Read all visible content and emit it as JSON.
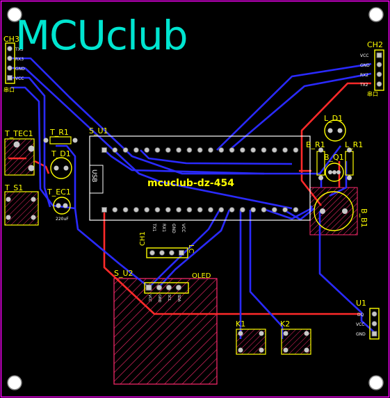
{
  "logo": "MCUclub",
  "colors": {
    "background": "#000000",
    "board_outline": "#ff00ff",
    "silkscreen": "#ffff00",
    "trace_top": "#ff2a2a",
    "trace_bottom": "#1a1aff",
    "pad": "#c0c0c0",
    "logo": "#00e5d0",
    "hatch": "#ff2a6e"
  },
  "labels": {
    "ch3": "CH3",
    "ch3_pins": [
      "TX3",
      "RX3",
      "GND",
      "VCC"
    ],
    "ch3_side": "串口",
    "ch2": "CH2",
    "ch2_pins": [
      "VCC",
      "GND",
      "RX2",
      "TX2"
    ],
    "ch2_side": "串口",
    "t_tec1": "T_TEC1",
    "t_r1": "T_R1",
    "t_d1": "T_D1",
    "t_s1": "T_S1",
    "t_ec1": "T_EC1",
    "ec_val": "220uF",
    "s_u1": "S_U1",
    "module": "mcuclub-dz-454",
    "usb": "USB",
    "l_d1": "L_D1",
    "b_r1": "B_R1",
    "l_r1": "L_R1",
    "b_q1": "B_Q1",
    "b_b1": "B_B1",
    "ch1": "CH1",
    "ch1_pins": [
      "TX1",
      "RX1",
      "GND",
      "VCC"
    ],
    "lc": "LC",
    "s_u2": "S_U2",
    "oled": "OLED",
    "oled_pins": [
      "VCC",
      "GND",
      "SCL",
      "SDA"
    ],
    "u1": "U1",
    "u1_pins": [
      "DQ",
      "VCC",
      "GND"
    ],
    "k1": "K1",
    "k2": "K2"
  }
}
